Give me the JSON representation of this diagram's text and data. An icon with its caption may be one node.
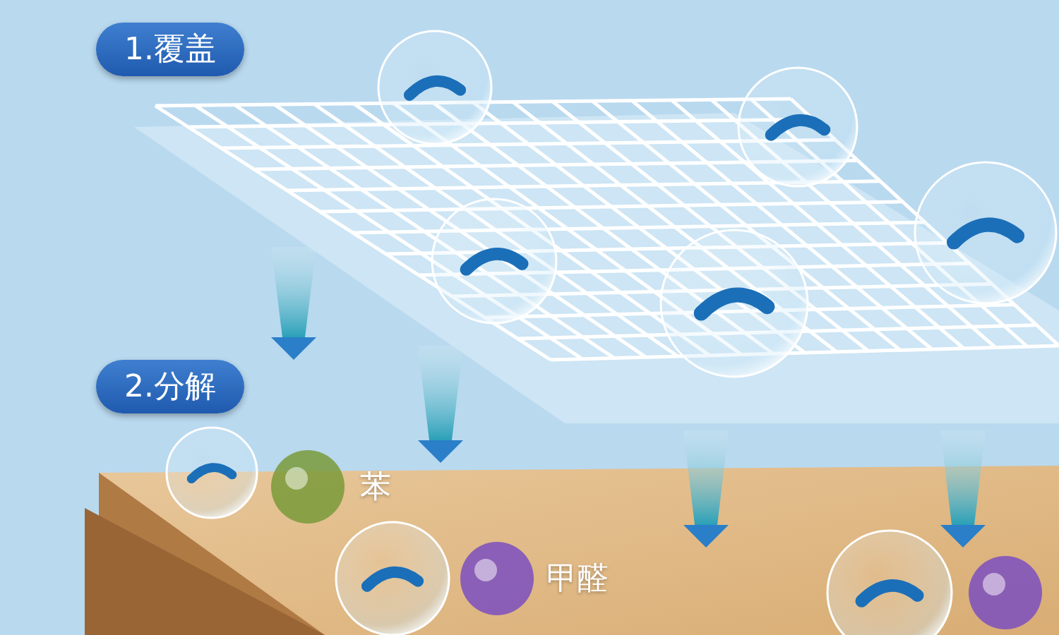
{
  "diagram": {
    "nodes": [
      {
        "text": [
          "1.覆盖"
        ]
      },
      {
        "text": [
          "2.分解"
        ]
      }
    ],
    "labels": [
      "苯",
      "甲醛"
    ]
  }
}
